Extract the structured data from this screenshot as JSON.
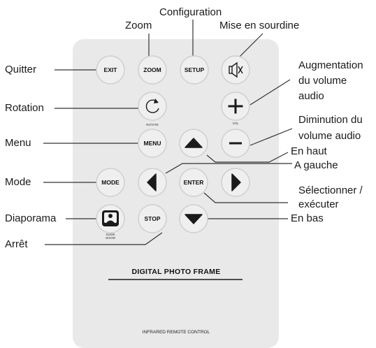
{
  "remote": {
    "title": "DIGITAL PHOTO FRAME",
    "footer": "INFRARED REMOTE CONTROL",
    "buttons": {
      "exit": "EXIT",
      "zoom": "ZOOM",
      "setup": "SETUP",
      "mute": "mute-speaker-icon",
      "rotate": "rotate-arrow-icon",
      "rotate_caption": "ROTATE",
      "vol_up": "plus-icon",
      "vol_caption": "VOL",
      "menu": "MENU",
      "up": "triangle-up-icon",
      "vol_down": "minus-icon",
      "mode": "MODE",
      "left": "triangle-left-icon",
      "enter": "ENTER",
      "right": "triangle-right-icon",
      "slideshow": "slideshow-person-icon",
      "slideshow_caption_line1": "SLIDE",
      "slideshow_caption_line2": "SHOW",
      "stop": "STOP",
      "down": "triangle-down-icon"
    }
  },
  "callouts": {
    "configuration": "Configuration",
    "zoom": "Zoom",
    "mute": "Mise en sourdine",
    "quit": "Quitter",
    "vol_up_line1": "Augmentation",
    "vol_up_line2": "du volume",
    "vol_up_line3": "audio",
    "rotation": "Rotation",
    "vol_down_line1": "Diminution du",
    "vol_down_line2": "volume audio",
    "menu": "Menu",
    "up": "En haut",
    "left": "A gauche",
    "mode": "Mode",
    "select_line1": "Sélectionner /",
    "select_line2": "exécuter",
    "slideshow": "Diaporama",
    "down": "En bas",
    "stop": "Arrêt"
  },
  "colors": {
    "body": "#e9e9e9",
    "button": "#efefef",
    "button_ring": "#cfcfcf",
    "icon": "#1a1a1a",
    "line": "#333333"
  }
}
